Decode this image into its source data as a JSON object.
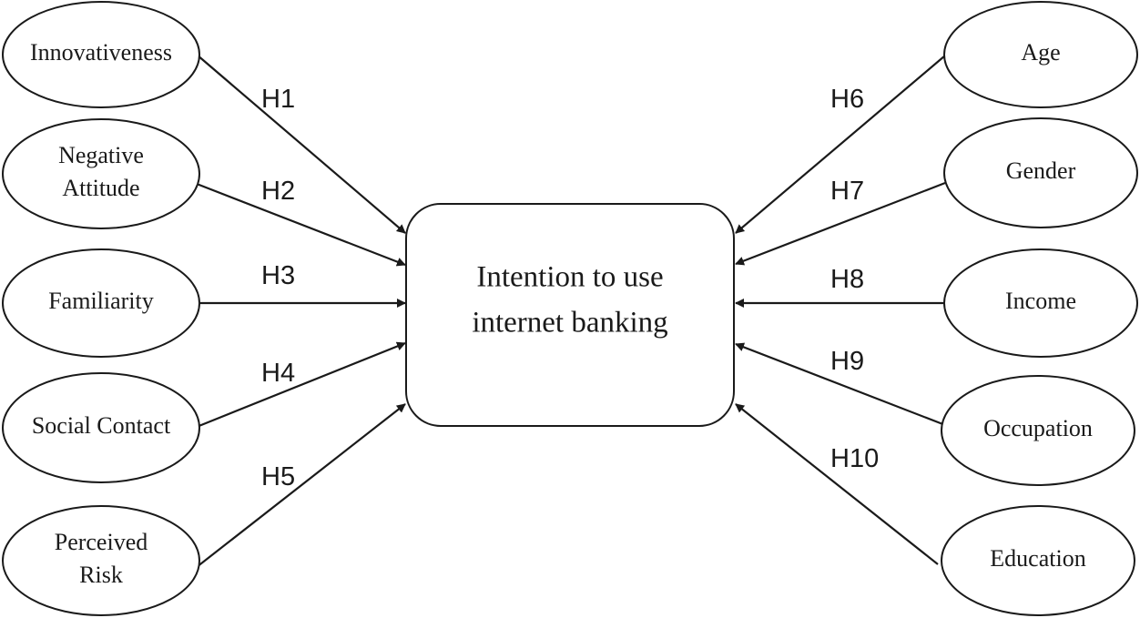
{
  "center": {
    "id": "target",
    "lines": [
      "Intention to use",
      "internet banking"
    ]
  },
  "left_nodes": [
    {
      "id": "innovativeness",
      "lines": [
        "Innovativeness"
      ]
    },
    {
      "id": "negative-attitude",
      "lines": [
        "Negative",
        "Attitude"
      ]
    },
    {
      "id": "familiarity",
      "lines": [
        "Familiarity"
      ]
    },
    {
      "id": "social-contact",
      "lines": [
        "Social Contact"
      ]
    },
    {
      "id": "perceived-risk",
      "lines": [
        "Perceived",
        "Risk"
      ]
    }
  ],
  "right_nodes": [
    {
      "id": "age",
      "lines": [
        "Age"
      ]
    },
    {
      "id": "gender",
      "lines": [
        "Gender"
      ]
    },
    {
      "id": "income",
      "lines": [
        "Income"
      ]
    },
    {
      "id": "occupation",
      "lines": [
        "Occupation"
      ]
    },
    {
      "id": "education",
      "lines": [
        "Education"
      ]
    }
  ],
  "edges": [
    {
      "from": "innovativeness",
      "label": "H1"
    },
    {
      "from": "negative-attitude",
      "label": "H2"
    },
    {
      "from": "familiarity",
      "label": "H3"
    },
    {
      "from": "social-contact",
      "label": "H4"
    },
    {
      "from": "perceived-risk",
      "label": "H5"
    },
    {
      "from": "age",
      "label": "H6"
    },
    {
      "from": "gender",
      "label": "H7"
    },
    {
      "from": "income",
      "label": "H8"
    },
    {
      "from": "occupation",
      "label": "H9"
    },
    {
      "from": "education",
      "label": "H10"
    }
  ]
}
